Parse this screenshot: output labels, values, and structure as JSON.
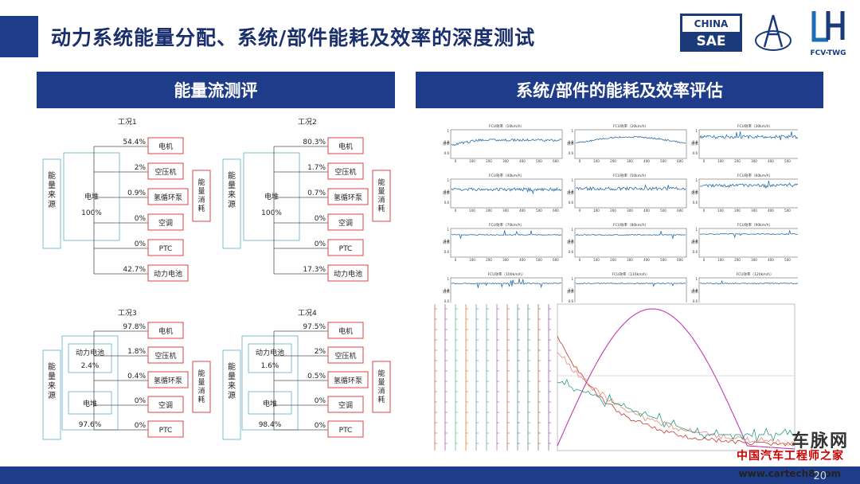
{
  "title": "动力系统能量分配、系统/部件能耗及效率的深度测试",
  "logos": {
    "sae_line1": "CHINA",
    "sae_line2": "SAE",
    "fcv": "FCV-TWG"
  },
  "sections": {
    "left": "能量流测评",
    "right": "系统/部件的能耗及效率评估"
  },
  "colors": {
    "brand": "#1f3c8a",
    "box_border": "#d94545",
    "stack_border": "#7fbcd2"
  },
  "labels": {
    "source": "能量来源",
    "sink": "能量消耗"
  },
  "conditions": [
    {
      "name": "工况1",
      "source_boxes": [
        {
          "name": "电堆",
          "value": "100%"
        }
      ],
      "items": [
        {
          "pct": "54.4%",
          "name": "电机"
        },
        {
          "pct": "2%",
          "name": "空压机"
        },
        {
          "pct": "0.9%",
          "name": "氢循环泵"
        },
        {
          "pct": "0%",
          "name": "空调"
        },
        {
          "pct": "0%",
          "name": "PTC"
        },
        {
          "pct": "42.7%",
          "name": "动力电池"
        }
      ]
    },
    {
      "name": "工况2",
      "source_boxes": [
        {
          "name": "电堆",
          "value": "100%"
        }
      ],
      "items": [
        {
          "pct": "80.3%",
          "name": "电机"
        },
        {
          "pct": "1.7%",
          "name": "空压机"
        },
        {
          "pct": "0.7%",
          "name": "氢循环泵"
        },
        {
          "pct": "0%",
          "name": "空调"
        },
        {
          "pct": "0%",
          "name": "PTC"
        },
        {
          "pct": "17.3%",
          "name": "动力电池"
        }
      ]
    },
    {
      "name": "工况3",
      "source_boxes": [
        {
          "name": "动力电池",
          "value": "2.4%"
        },
        {
          "name": "电堆",
          "value": "97.6%"
        }
      ],
      "items": [
        {
          "pct": "97.8%",
          "name": "电机"
        },
        {
          "pct": "1.8%",
          "name": "空压机"
        },
        {
          "pct": "0.4%",
          "name": "氢循环泵"
        },
        {
          "pct": "0%",
          "name": "空调"
        },
        {
          "pct": "0%",
          "name": "PTC"
        }
      ]
    },
    {
      "name": "工况4",
      "source_boxes": [
        {
          "name": "动力电池",
          "value": "1.6%"
        },
        {
          "name": "电堆",
          "value": "98.4%"
        }
      ],
      "items": [
        {
          "pct": "97.5%",
          "name": "电机"
        },
        {
          "pct": "2%",
          "name": "空压机"
        },
        {
          "pct": "0.5%",
          "name": "氢循环泵"
        },
        {
          "pct": "0%",
          "name": "空调"
        },
        {
          "pct": "0%",
          "name": "PTC"
        }
      ]
    }
  ],
  "fcu_charts": {
    "titles": [
      "FCU效率（10km/h）",
      "FCU效率（20km/h）",
      "FCU效率（30km/h）",
      "FCU效率（40km/h）",
      "FCU效率（50km/h）",
      "FCU效率（60km/h）",
      "FCU效率（70km/h）",
      "FCU效率（80km/h）",
      "FCU效率（90km/h）",
      "FCU效率（100km/h）",
      "FCU效率（110km/h）",
      "FCU效率（120km/h）"
    ],
    "y_label": "效率",
    "x_ticks": [
      "0",
      "100",
      "200",
      "300",
      "400",
      "500",
      "600"
    ],
    "y_ticks": [
      "1",
      "0.8",
      "0.6"
    ]
  },
  "watermark": {
    "line1": "车脉网",
    "line2": "中国汽车工程师之家",
    "line3": "www.cartech8.com"
  },
  "page_number": "20"
}
